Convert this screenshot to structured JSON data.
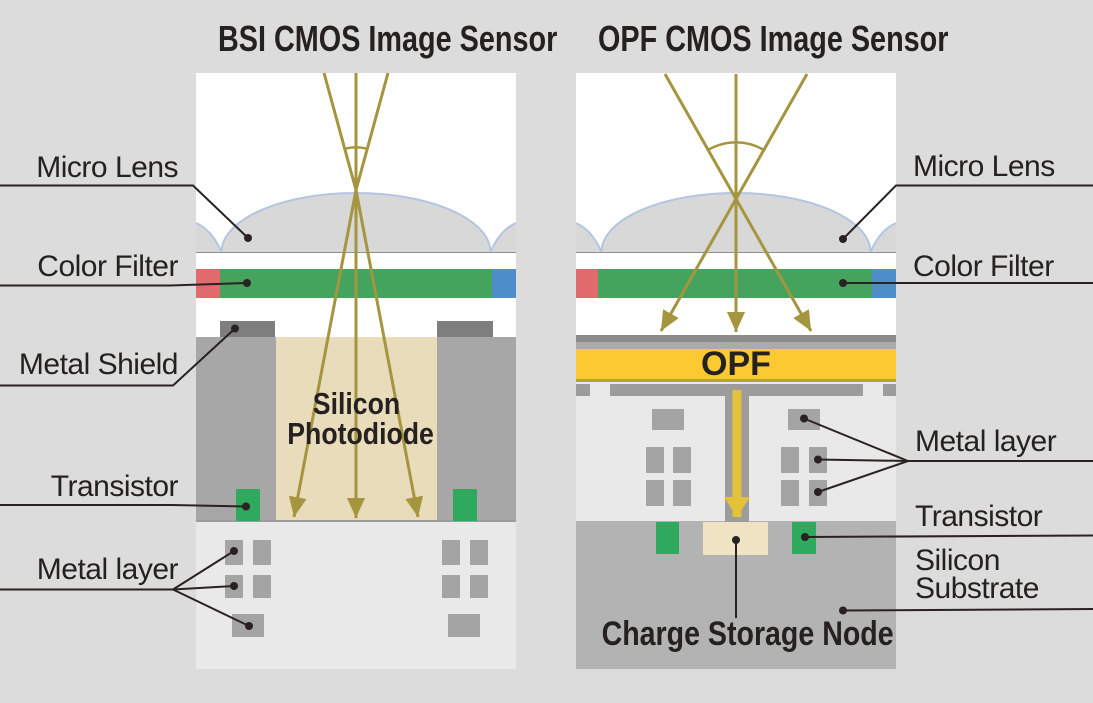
{
  "left": {
    "title": "BSI CMOS Image Sensor",
    "labels": {
      "micro_lens": "Micro Lens",
      "color_filter": "Color Filter",
      "metal_shield": "Metal Shield",
      "transistor": "Transistor",
      "metal_layer": "Metal layer"
    },
    "photodiode": {
      "line1": "Silicon",
      "line2": "Photodiode"
    }
  },
  "right": {
    "title": "OPF CMOS Image Sensor",
    "opf_label": "OPF",
    "labels": {
      "micro_lens": "Micro Lens",
      "color_filter": "Color Filter",
      "metal_layer": "Metal layer",
      "transistor": "Transistor",
      "silicon_substrate_line1": "Silicon",
      "silicon_substrate_line2": "Substrate",
      "charge_storage_node": "Charge Storage Node"
    }
  },
  "colors": {
    "page_bg": "#dcdcdc",
    "panel_white": "#ffffff",
    "text": "#262121",
    "line": "#2a2222",
    "lens_fill": "#d8d8d8",
    "lens_stroke": "#b4c5e4",
    "lens_base": "#8e8e8e",
    "filter_red": "#e16a6d",
    "filter_green": "#44a45e",
    "filter_blue": "#4e8fca",
    "metal_shield": "#7e7e7e",
    "substrate_left": "#a7a7a7",
    "photodiode": "#e9dcba",
    "transistor": "#2fa95e",
    "wiring_bg": "#e9e9e9",
    "metal_square": "#a4a4a4",
    "divider": "#9c9c9c",
    "electrode_dark": "#8b8b8b",
    "electrode_light": "#ababab",
    "opf_yellow": "#fbca33",
    "opf_edge": "#b5a43c",
    "strip": "#9c9c9c",
    "substrate_right": "#b3b3b3",
    "charge_node": "#efe3c3",
    "ray": "#a4953e",
    "opf_arrow": "#e3c139"
  }
}
